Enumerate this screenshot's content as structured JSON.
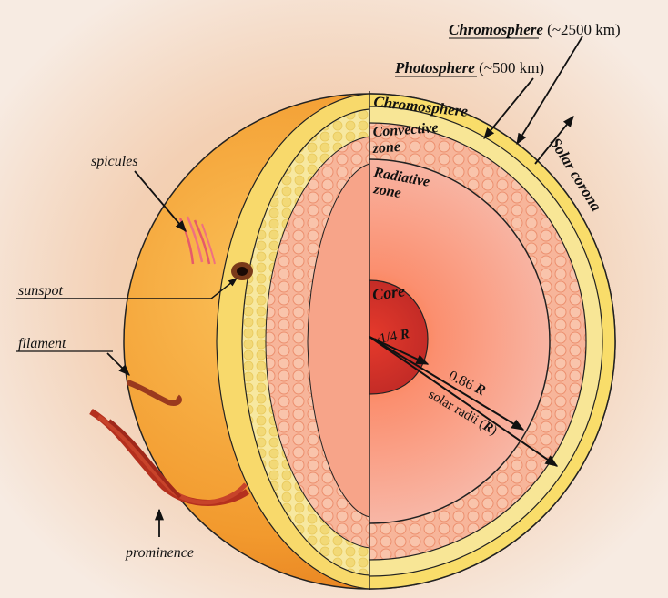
{
  "labels": {
    "chromosphere_top": "Chromosphere",
    "chromosphere_top_size": " (~2500 km)",
    "photosphere_top": "Photosphere",
    "photosphere_top_size": " (~500 km)",
    "solar_corona": "Solar corona",
    "chromosphere_band": "Chromosphere",
    "convective_1": "Convective",
    "convective_2": "zone",
    "radiative_1": "Radiative",
    "radiative_2": "zone",
    "core": "Core",
    "quarter_r": "~1/4 ",
    "quarter_r_sym": "R",
    "r086": "0.86 ",
    "r086_sym": "R",
    "solar_radii": "solar radii (",
    "solar_radii_sym": "R",
    "solar_radii_end": ")",
    "spicules": "spicules",
    "sunspot": "sunspot",
    "filament": "filament",
    "prominence": "prominence"
  },
  "colors": {
    "corona": "#f3c9a6",
    "sphere_outer": "#f4a436",
    "chromosphere_band": "#f8dd6a",
    "photosphere_band": "#f3e08a",
    "surface_granules": "#f6e58e",
    "convective": "#f5b79c",
    "radiative": "#f59a86",
    "core": "#d4302a",
    "prominence": "#b4301e"
  }
}
